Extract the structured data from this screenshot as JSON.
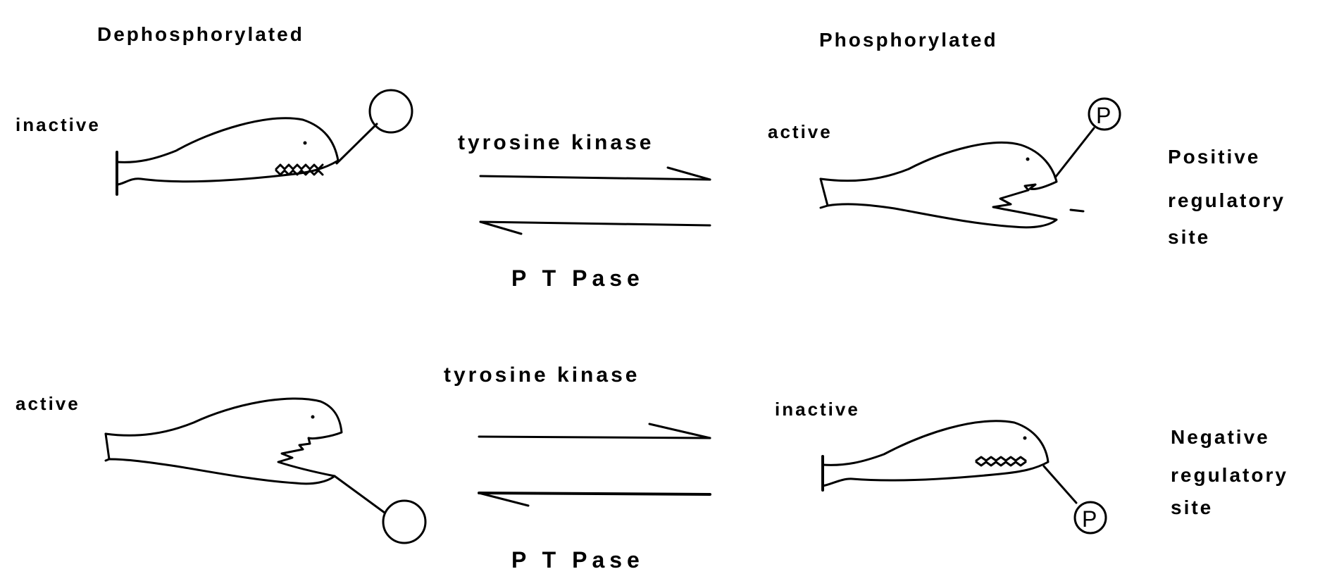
{
  "headers": {
    "left": "Dephosphorylated",
    "right": "Phosphorylated"
  },
  "top_row": {
    "left_state": "inactive",
    "right_state": "active",
    "forward_enzyme": "tyrosine kinase",
    "reverse_enzyme": "P T Pase",
    "phospho_mark": "P",
    "site_type": [
      "Positive",
      "regulatory",
      "site"
    ]
  },
  "bottom_row": {
    "left_state": "active",
    "right_state": "inactive",
    "forward_enzyme": "tyrosine kinase",
    "reverse_enzyme": "P T Pase",
    "phospho_mark": "P",
    "site_type": [
      "Negative",
      "regulatory",
      "site"
    ]
  }
}
